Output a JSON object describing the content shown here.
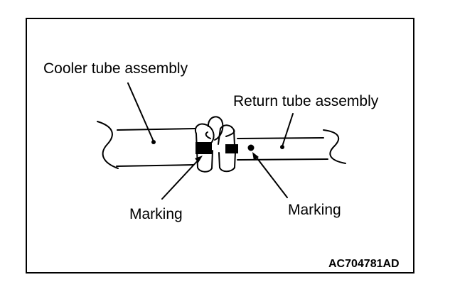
{
  "labels": {
    "cooler_tube": "Cooler tube assembly",
    "return_tube": "Return tube assembly",
    "marking_left": "Marking",
    "marking_right": "Marking",
    "figure_code": "AC704781AD"
  }
}
